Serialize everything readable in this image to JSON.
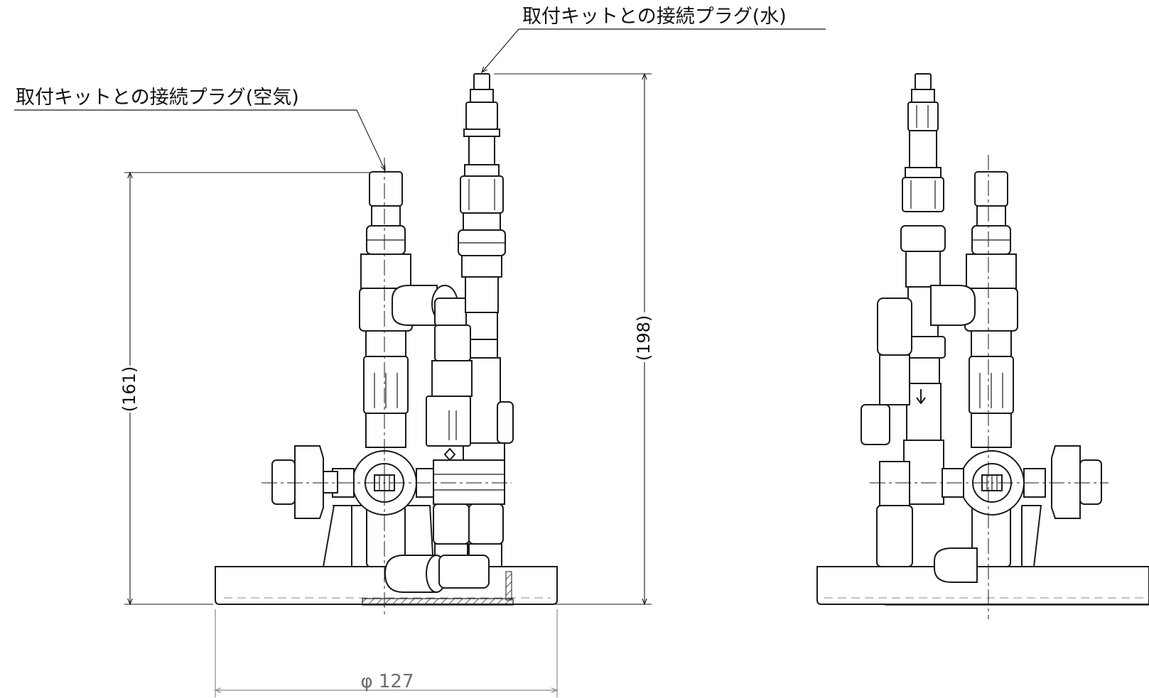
{
  "labels": {
    "water_plug": "取付キットとの接続プラグ(水)",
    "air_plug": "取付キットとの接続プラグ(空気)"
  },
  "dimensions": {
    "total_height": "(198)",
    "air_plug_height": "(161)",
    "base_diameter": "φ 127"
  },
  "colors": {
    "ink": "#1a1a1a",
    "dimension_gray": "#8a8a8a"
  }
}
